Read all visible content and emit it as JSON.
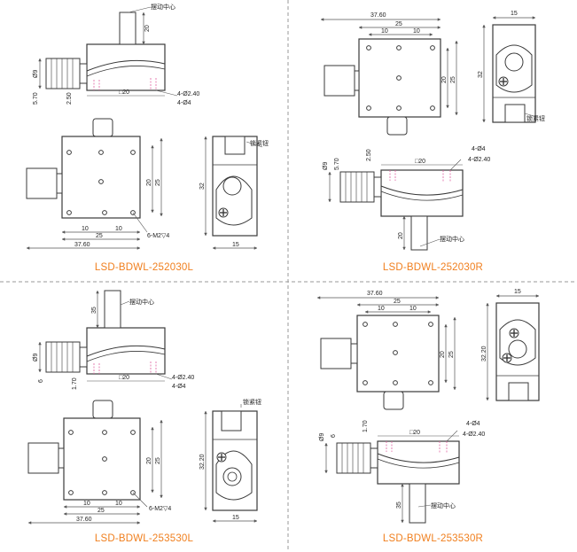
{
  "colors": {
    "caption": "#f07f1e",
    "divider": "#9a9a9a",
    "outline": "#3a3a3a",
    "dimension": "#555555",
    "hidden_line": "#e060a0"
  },
  "labels": {
    "swing_center": "摆动中心",
    "lock_screw": "锁紧钮",
    "screw_dims": {
      "d_240": "4-Ø2.40",
      "d_4": "4-Ø4"
    },
    "m2_holes": "6-M2▽4"
  },
  "panels": [
    {
      "caption": "LSD-BDWL-252030L",
      "side": {
        "pivot_height": "20",
        "knob_dia": "Ø9",
        "height_low": "5.70",
        "height_high": "2.50",
        "square": "□20"
      },
      "top": {
        "width_total": "37.60",
        "pitch_25": "25",
        "pitch_10a": "10",
        "pitch_10b": "10",
        "height_25": "25",
        "height_20": "20"
      },
      "end": {
        "height": "32",
        "width": "15"
      }
    },
    {
      "caption": "LSD-BDWL-252030R",
      "top": {
        "width_total": "37.60",
        "pitch_25": "25",
        "pitch_10a": "10",
        "pitch_10b": "10",
        "height_20": "20",
        "height_25": "25"
      },
      "end": {
        "width": "15",
        "height": "32"
      },
      "side": {
        "knob_dia": "Ø9",
        "height_low": "5.70",
        "height_high": "2.50",
        "square": "□20",
        "pivot_height": "20"
      }
    },
    {
      "caption": "LSD-BDWL-253530L",
      "side": {
        "pivot_height": "35",
        "knob_dia": "Ø9",
        "height_low": "6",
        "height_high": "1.70",
        "square": "□20"
      },
      "top": {
        "width_total": "37.60",
        "pitch_25": "25",
        "pitch_10a": "10",
        "pitch_10b": "10",
        "height_20": "20",
        "height_25": "25"
      },
      "end": {
        "height": "32.20",
        "width": "15"
      }
    },
    {
      "caption": "LSD-BDWL-253530R",
      "top": {
        "width_total": "37.60",
        "pitch_25": "25",
        "pitch_10a": "10",
        "pitch_10b": "10",
        "height_20": "20",
        "height_25": "25"
      },
      "end": {
        "width": "15",
        "height": "32.20"
      },
      "side": {
        "knob_dia": "Ø9",
        "height_low": "6",
        "height_high": "1.70",
        "square": "□20",
        "pivot_height": "35"
      }
    }
  ]
}
